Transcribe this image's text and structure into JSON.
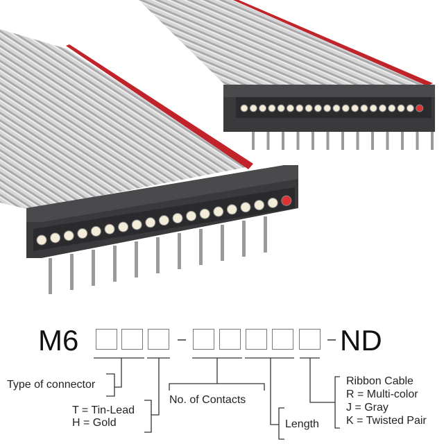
{
  "part_number": {
    "prefix": "M6",
    "suffix": "ND",
    "separator": "-"
  },
  "labels": {
    "type_of_connector": "Type of connector",
    "plating": [
      "T = Tin-Lead",
      "H = Gold"
    ],
    "contacts": "No. of Contacts",
    "length": "Length",
    "ribbon": [
      "Ribbon Cable",
      "R = Multi-color",
      "J = Gray",
      "K = Twisted Pair"
    ]
  },
  "colors": {
    "cable": "#c9c9cb",
    "cable_edge": "#c0232a",
    "connector": "#3a3a3c",
    "contact": "#f2ecd8"
  }
}
